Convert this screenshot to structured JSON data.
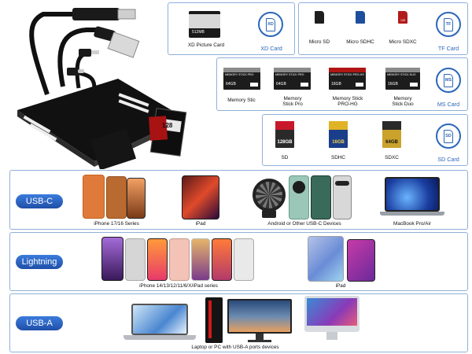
{
  "xd": {
    "card_label": "XD Picture Card",
    "card_size": "512MB",
    "category": "XD Card",
    "ring": "XD"
  },
  "tf": {
    "cards": [
      {
        "label": "Micro SD",
        "capacity": ""
      },
      {
        "label": "Micro SDHC",
        "capacity": ""
      },
      {
        "label": "Micro SDXC",
        "capacity": "128"
      }
    ],
    "category": "TF Card",
    "ring": "TF"
  },
  "ms": {
    "cards": [
      {
        "label": "Memory Stic",
        "capacity": "64GB",
        "cap": "MEMORY STICK PRO"
      },
      {
        "label": "Memory Stick Pro",
        "capacity": "64GB",
        "cap": "MEMORY STICK PRO"
      },
      {
        "label": "Memory Stick PRO-HG",
        "capacity": "16GB",
        "cap": "MEMORY STICK PRO-HG"
      },
      {
        "label": "Memory Stick Duo",
        "capacity": "16GB",
        "cap": "MEMORY STICK DUO"
      }
    ],
    "category": "MS Card",
    "ring": "MS"
  },
  "sd": {
    "cards": [
      {
        "label": "SD",
        "capacity": "128GB"
      },
      {
        "label": "SDHC",
        "capacity": "16GB"
      },
      {
        "label": "SDXC",
        "capacity": "64GB"
      }
    ],
    "category": "SD Card",
    "ring": "SD"
  },
  "usbc": {
    "pill": "USB-C",
    "devices": [
      "iPhone 17/16 Series",
      "iPad",
      "Android or Other USB-C Devices",
      "MacBook Pro/Air"
    ]
  },
  "lightning": {
    "pill": "Lightning",
    "devices": [
      "iPhone 14/13/12/11/6/X/iPad series",
      "iPad"
    ]
  },
  "usba": {
    "pill": "USB-A",
    "devices": [
      "Laptop or PC with USB-A ports devices"
    ]
  },
  "product": {
    "sd_capacity": "128"
  },
  "colors": {
    "accent": "#2a66b8",
    "border": "#8fb0d8",
    "pill": "#2a5fbd"
  }
}
